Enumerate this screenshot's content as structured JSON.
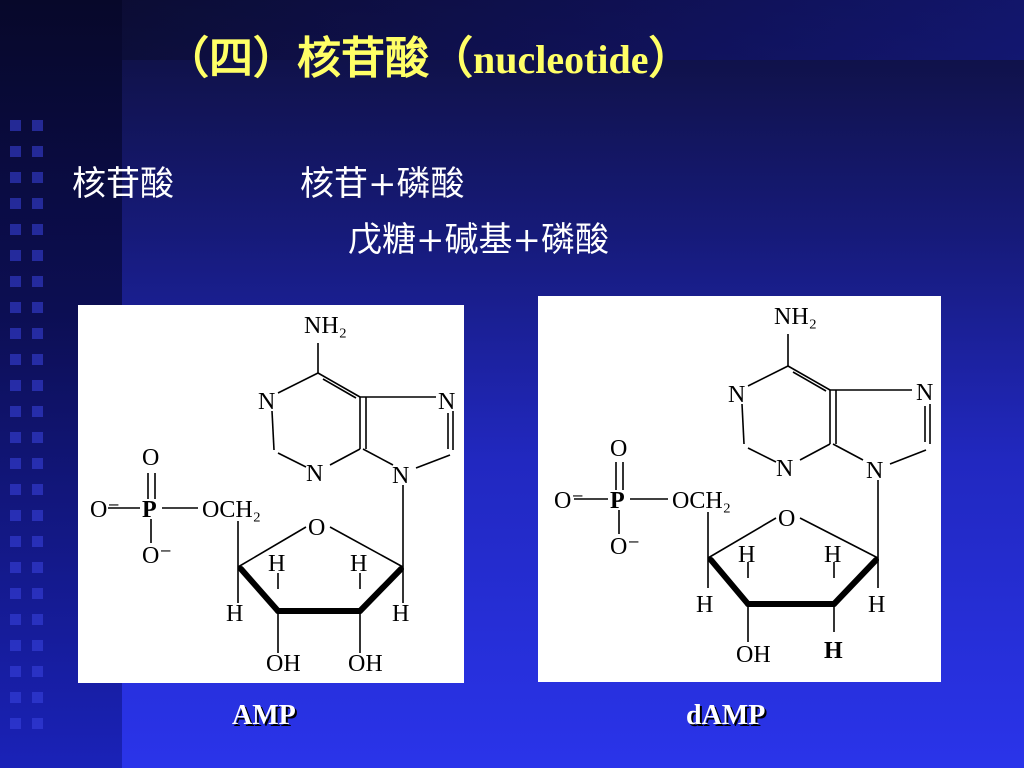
{
  "slide": {
    "title_prefix": "（四）核苷酸（",
    "title_latin": "nucleotide",
    "title_suffix": "）",
    "line1_left": "核苷酸",
    "line1_right": "核苷+磷酸",
    "line2": "戊糖+碱基+磷酸"
  },
  "amp": {
    "caption": "AMP",
    "nh2": "NH₂",
    "n": "N",
    "o": "O",
    "p": "P",
    "ocharge": "O⁻",
    "och2": "OCH₂",
    "h": "H",
    "oh": "OH"
  },
  "damp": {
    "caption": "dAMP",
    "nh2": "NH₂",
    "n": "N",
    "o": "O",
    "p": "P",
    "ocharge": "O⁻",
    "och2": "OCH₂",
    "h": "H",
    "oh": "OH",
    "h_bold": "H"
  },
  "colors": {
    "title": "#ffff66",
    "text": "#ffffff",
    "background": "#2128c0"
  }
}
